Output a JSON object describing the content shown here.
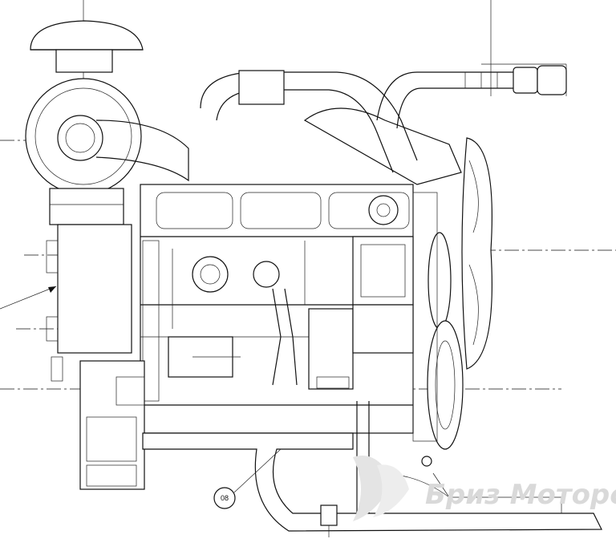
{
  "drawing": {
    "subject": "engine-technical-drawing",
    "callout_number": "08"
  },
  "watermark": {
    "text": "Бриз Моторс",
    "color": "#d9d9d9"
  },
  "colors": {
    "line": "#111111",
    "background": "#ffffff"
  }
}
